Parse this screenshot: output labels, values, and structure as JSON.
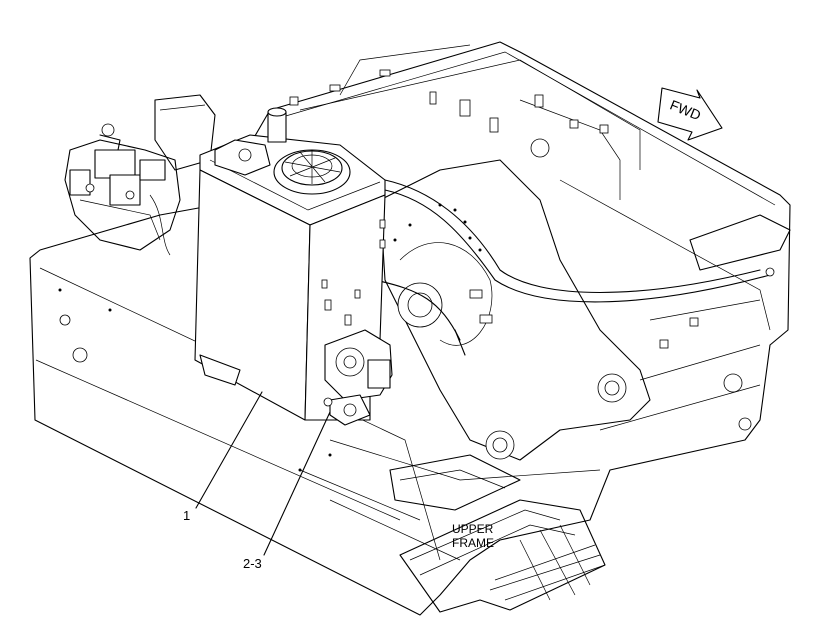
{
  "diagram": {
    "callouts": [
      {
        "id": "callout-1",
        "text": "1"
      },
      {
        "id": "callout-2-3",
        "text": "2-3"
      }
    ],
    "labels": {
      "fwd": "FWD",
      "upper_frame_line1": "UPPER",
      "upper_frame_line2": "FRAME"
    }
  }
}
